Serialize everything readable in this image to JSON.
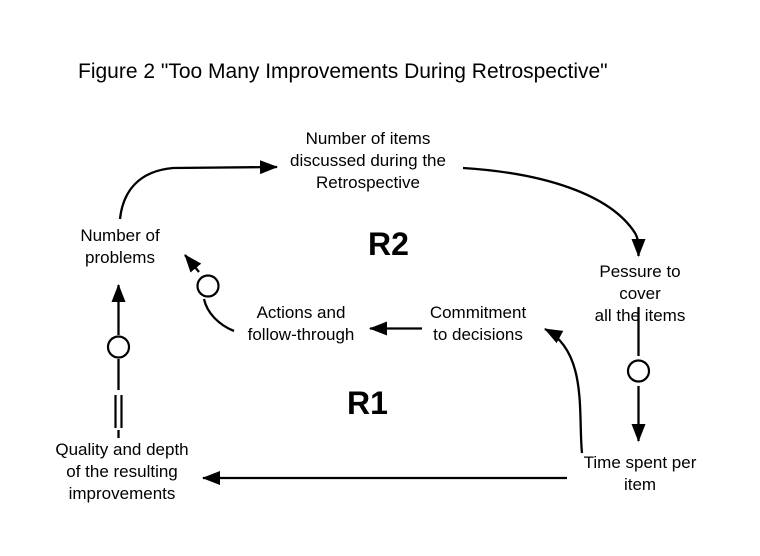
{
  "title": "Figure 2 \"Too Many Improvements During Retrospective\"",
  "diagram": {
    "nodes": {
      "items": {
        "label": "Number of items\ndiscussed during the\nRetrospective"
      },
      "problems": {
        "label": "Number of\nproblems"
      },
      "pressure": {
        "label": "Pessure to cover\nall the items"
      },
      "actions": {
        "label": "Actions and\nfollow-through"
      },
      "commitment": {
        "label": "Commitment\nto decisions"
      },
      "quality": {
        "label": "Quality and depth\nof the resulting\nimprovements"
      },
      "time": {
        "label": "Time spent per\nitem"
      }
    },
    "loops": {
      "r2": {
        "label": "R2"
      },
      "r1": {
        "label": "R1"
      }
    },
    "markers": {
      "opposite_symbol": "O",
      "delay_symbol": "||"
    },
    "edges": [
      {
        "from": "problems",
        "to": "items"
      },
      {
        "from": "items",
        "to": "pressure"
      },
      {
        "from": "pressure",
        "to": "time",
        "polarity_marker": "O"
      },
      {
        "from": "time",
        "to": "commitment"
      },
      {
        "from": "commitment",
        "to": "actions"
      },
      {
        "from": "actions",
        "to": "problems",
        "polarity_marker": "O"
      },
      {
        "from": "quality",
        "to": "problems",
        "polarity_marker": "O",
        "delay_marker": true
      },
      {
        "from": "time",
        "to": "quality"
      }
    ],
    "colors": {
      "ink": "#000000",
      "background": "#ffffff"
    }
  }
}
